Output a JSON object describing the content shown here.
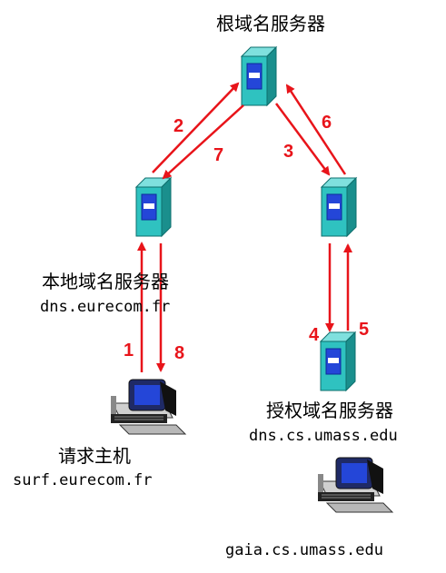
{
  "nodes": {
    "root": {
      "name": "根域名服务器"
    },
    "local": {
      "name": "本地域名服务器",
      "host": "dns.eurecom.fr"
    },
    "auth": {
      "name": "授权域名服务器",
      "host": "dns.cs.umass.edu"
    },
    "requester": {
      "name": "请求主机",
      "host": "surf.eurecom.fr"
    },
    "target": {
      "host": "gaia.cs.umass.edu"
    }
  },
  "steps": [
    "1",
    "2",
    "3",
    "4",
    "5",
    "6",
    "7",
    "8"
  ],
  "colors": {
    "arrow": "#e8141a",
    "step_number": "#e8141a",
    "server_body": "#2fc2c0",
    "server_side": "#1a8f8d",
    "server_panel": "#2446d8",
    "host_screen": "#2446d8"
  },
  "icons": {
    "server": "server-tower-icon",
    "host": "desktop-computer-icon"
  }
}
